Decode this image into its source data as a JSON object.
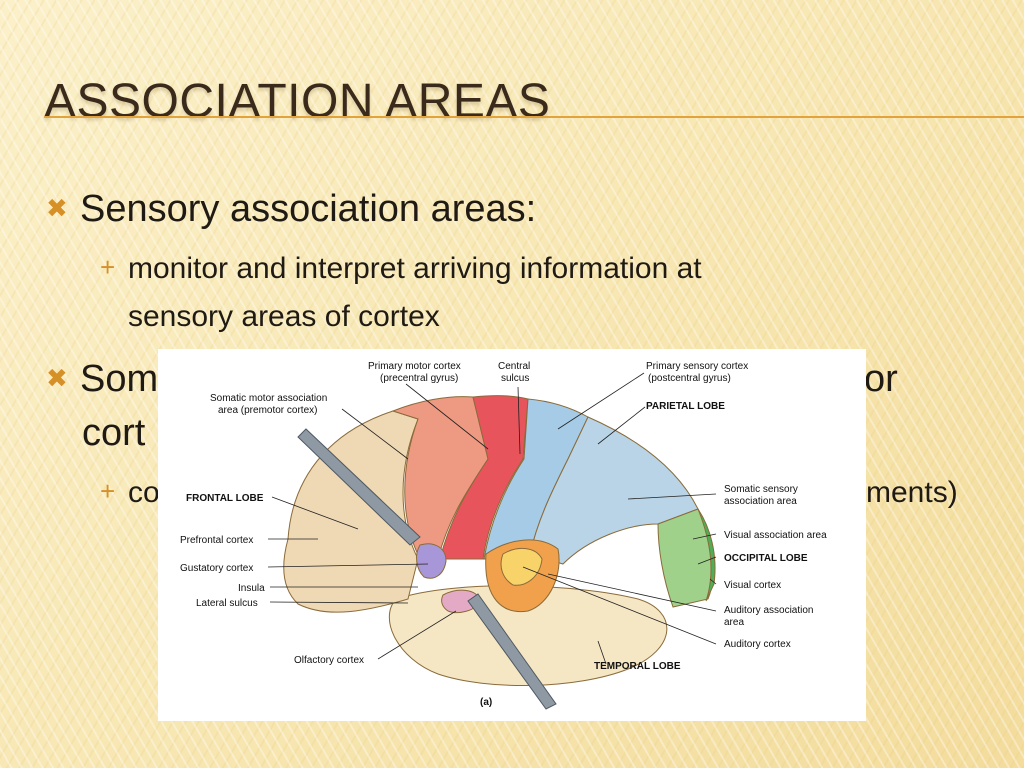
{
  "slide": {
    "title": "Association Areas",
    "accent_color": "#e2a23c",
    "bullets": [
      {
        "level": 1,
        "marker": "sun-bullet-icon",
        "text": "Sensory association areas:"
      },
      {
        "level": 2,
        "marker": "plus-bullet-icon",
        "line1": "monitor and interpret arriving information at",
        "line2": "sensory areas of cortex"
      },
      {
        "level": 1,
        "marker": "sun-bullet-icon",
        "visible_start": "Som",
        "visible_end": "or",
        "line2_visible": "cort"
      },
      {
        "level": 2,
        "marker": "plus-bullet-icon",
        "visible_start": "co",
        "visible_end": "ments)"
      }
    ]
  },
  "figure": {
    "panel_label": "(a)",
    "labels": {
      "primary_motor_cortex": "Primary motor cortex",
      "precentral_gyrus": "(precentral gyrus)",
      "central": "Central",
      "sulcus": "sulcus",
      "primary_sensory_cortex": "Primary sensory cortex",
      "postcentral_gyrus": "(postcentral gyrus)",
      "somatic_motor_association": "Somatic motor association",
      "premotor_cortex": "area (premotor cortex)",
      "parietal_lobe": "PARIETAL LOBE",
      "frontal_lobe": "FRONTAL LOBE",
      "somatic_sensory": "Somatic sensory",
      "association_area": "association area",
      "prefrontal_cortex": "Prefrontal cortex",
      "visual_association_area": "Visual association area",
      "occipital_lobe": "OCCIPITAL LOBE",
      "gustatory_cortex": "Gustatory cortex",
      "insula": "Insula",
      "visual_cortex": "Visual cortex",
      "lateral_sulcus": "Lateral sulcus",
      "auditory_association": "Auditory association",
      "area": "area",
      "olfactory_cortex": "Olfactory cortex",
      "auditory_cortex": "Auditory cortex",
      "temporal_lobe": "TEMPORAL LOBE"
    },
    "region_colors": {
      "frontal": "#efd8b4",
      "primary_motor": "#e8545c",
      "premotor": "#ee9a82",
      "primary_sensory": "#a6cbe6",
      "parietal": "#b8d4e6",
      "visual_association": "#9fd18a",
      "visual_cortex": "#4fae56",
      "auditory_association": "#f1a14b",
      "auditory_cortex": "#f7d36a",
      "gustatory": "#a897d8",
      "olfactory": "#e4a9c4",
      "temporal": "#f5e6c4"
    }
  }
}
